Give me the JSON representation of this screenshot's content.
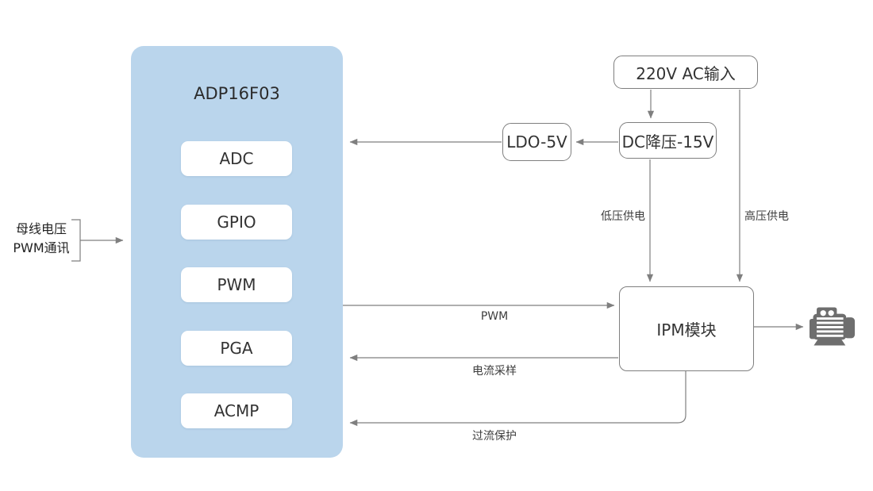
{
  "diagram": {
    "mcu": {
      "title": "ADP16F03",
      "modules": [
        "ADC",
        "GPIO",
        "PWM",
        "PGA",
        "ACMP"
      ]
    },
    "external_input": {
      "line1": "母线电压",
      "line2": "PWM通讯"
    },
    "nodes": {
      "ac_input": "220V AC输入",
      "dc_buck": "DC降压-15V",
      "ldo": "LDO-5V",
      "ipm": "IPM模块"
    },
    "flow_labels": {
      "low_voltage_supply": "低压供电",
      "high_voltage_supply": "高压供电",
      "pwm": "PWM",
      "current_sampling": "电流采样",
      "overcurrent_protection": "过流保护"
    },
    "icons": {
      "motor": "motor-icon"
    },
    "colors": {
      "mcu_fill": "#bad5ec",
      "connector": "#7f7f7f",
      "node_border": "#7f7f7f",
      "motor_gray": "#6e6e6e",
      "text": "#2b2b2b"
    }
  }
}
